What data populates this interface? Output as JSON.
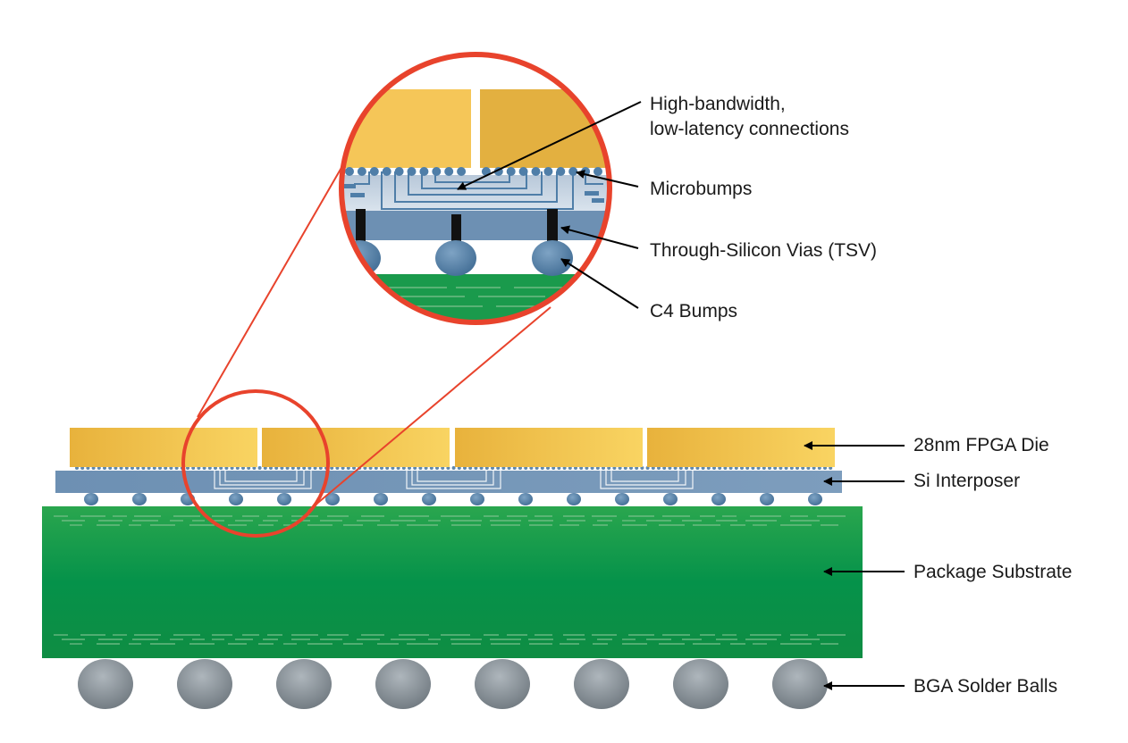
{
  "labels": {
    "high_bandwidth_line1": "High-bandwidth,",
    "high_bandwidth_line2": "low-latency connections",
    "microbumps": "Microbumps",
    "tsv": "Through-Silicon Vias (TSV)",
    "c4_bumps": "C4 Bumps",
    "fpga_die": "28nm FPGA Die",
    "si_interposer": "Si Interposer",
    "package_substrate": "Package Substrate",
    "bga_solder_balls": "BGA Solder Balls"
  },
  "structure": {
    "fpga_die_count": 4,
    "c4_bump_count": 16,
    "bga_ball_count": 8
  },
  "colors": {
    "die_gold": "#f1bd45",
    "die_gold_light": "#f9d060",
    "interposer_blue": "#6f93b6",
    "interposer_light": "#c6d4e2",
    "bump_blue": "#4f7ea8",
    "substrate_green": "#11964a",
    "substrate_green_dark": "#0e8c44",
    "solder_gray": "#8e979e",
    "zoom_red": "#e8432c",
    "tsv_black": "#111111"
  }
}
